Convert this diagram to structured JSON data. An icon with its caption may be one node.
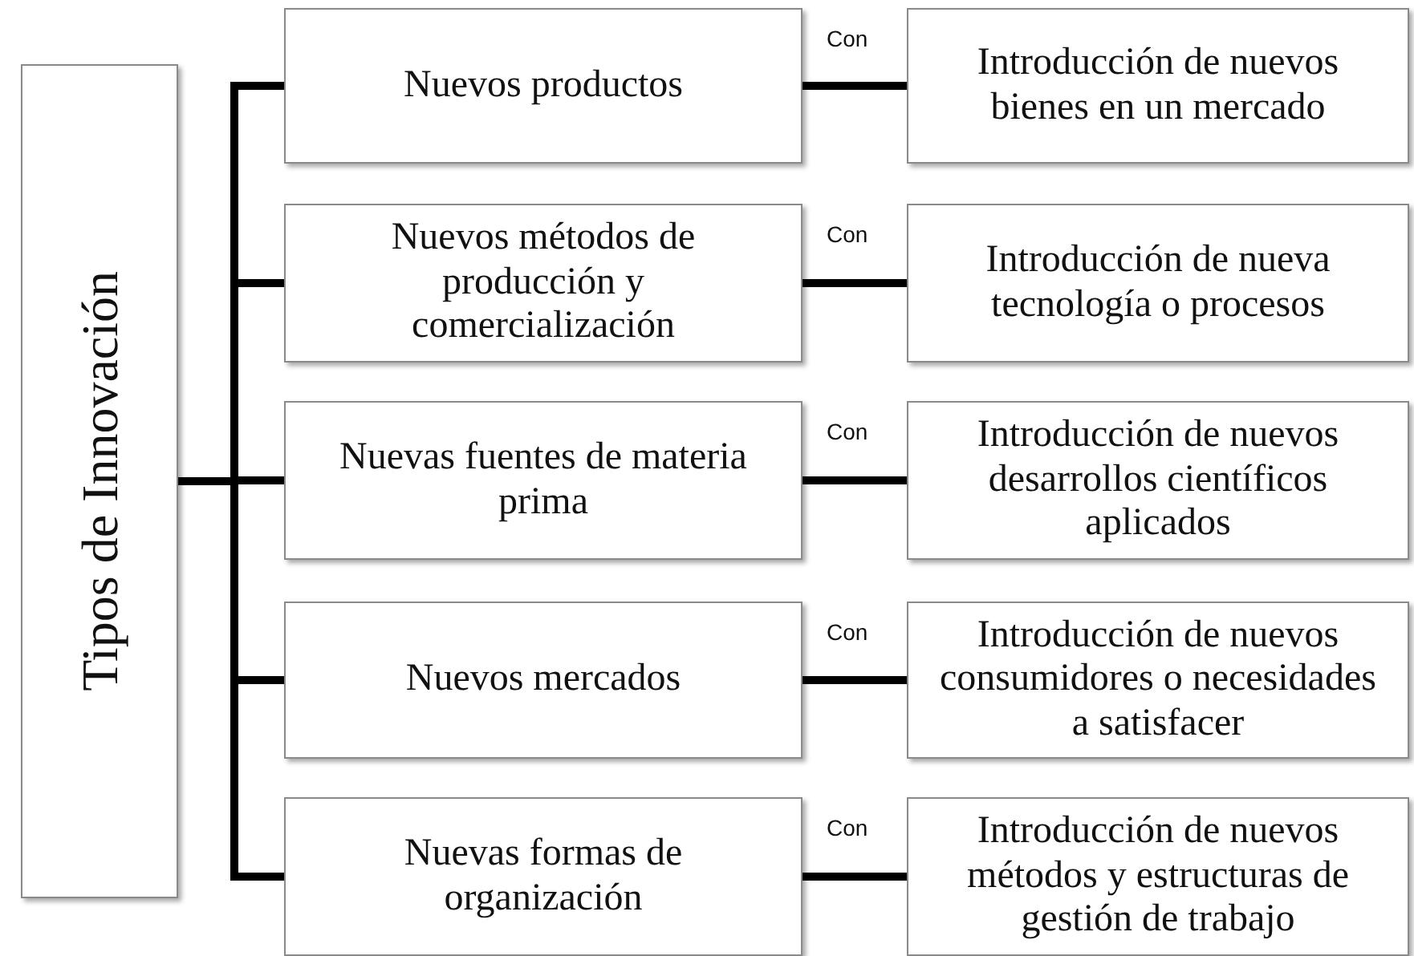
{
  "diagram": {
    "nodes": [
      {
        "text": [
          "Tipos de Innovación"
        ]
      },
      {
        "text": [
          "Nuevos productos"
        ]
      },
      {
        "text": [
          "Introducción de nuevos bienes en un mercado"
        ]
      },
      {
        "text": [
          "Nuevos métodos de producción y comercialización"
        ]
      },
      {
        "text": [
          "Introducción de nueva tecnología o procesos"
        ]
      },
      {
        "text": [
          "Nuevas fuentes de materia prima"
        ]
      },
      {
        "text": [
          "Introducción de nuevos desarrollos científicos aplicados"
        ]
      },
      {
        "text": [
          "Nuevos mercados"
        ]
      },
      {
        "text": [
          "Introducción de nuevos consumidores o necesidades a satisfacer"
        ]
      },
      {
        "text": [
          "Nuevas formas de organización"
        ]
      },
      {
        "text": [
          "Introducción de nuevos métodos y estructuras de gestión de trabajo"
        ]
      }
    ],
    "edges": [
      {
        "from": 0,
        "to": 1,
        "arrow": "none"
      },
      {
        "from": 0,
        "to": 3,
        "arrow": "none"
      },
      {
        "from": 0,
        "to": 5,
        "arrow": "none"
      },
      {
        "from": 0,
        "to": 7,
        "arrow": "none"
      },
      {
        "from": 0,
        "to": 9,
        "arrow": "none"
      },
      {
        "from": 1,
        "to": 2,
        "arrow": "none",
        "label": "Con"
      },
      {
        "from": 3,
        "to": 4,
        "arrow": "none",
        "label": "Con"
      },
      {
        "from": 5,
        "to": 6,
        "arrow": "none",
        "label": "Con"
      },
      {
        "from": 7,
        "to": 8,
        "arrow": "none",
        "label": "Con"
      },
      {
        "from": 9,
        "to": 10,
        "arrow": "none",
        "label": "Con"
      }
    ]
  }
}
